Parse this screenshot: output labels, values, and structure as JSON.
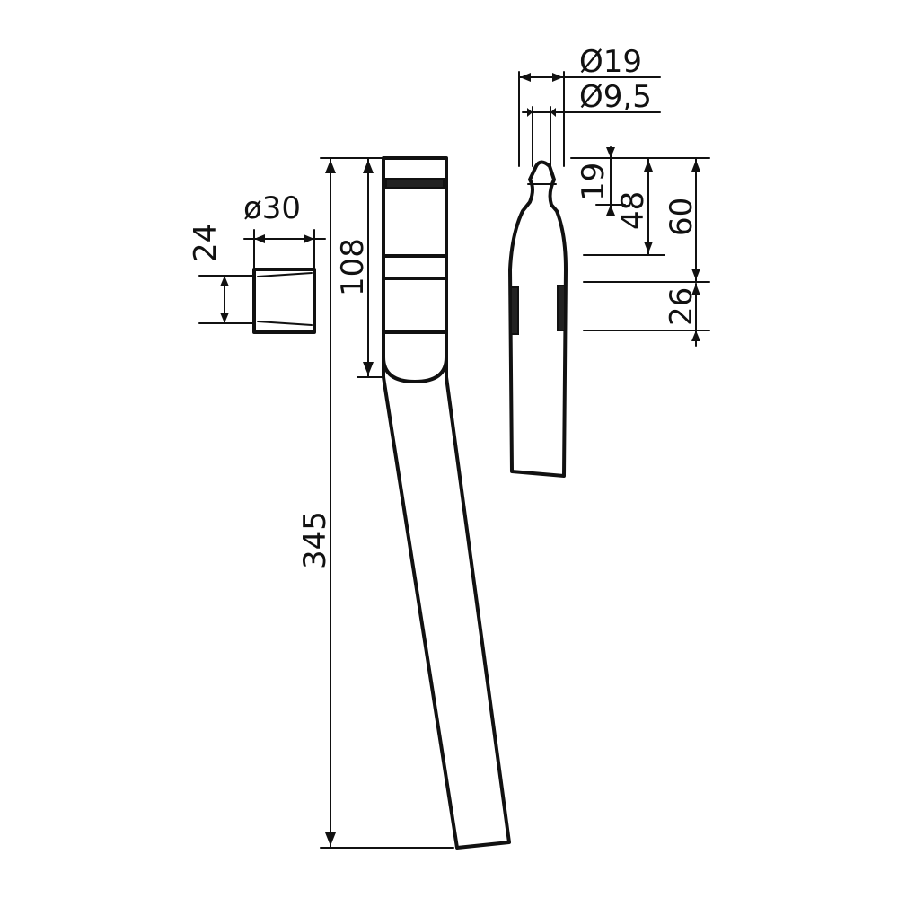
{
  "dimensions": {
    "total_length": "345",
    "grip_length": "108",
    "cap_diameter": "ø30",
    "cap_height": "24",
    "outer_diameter": "Ø19",
    "inner_diameter": "Ø9,5",
    "tip_length": "19",
    "slot_offset": "48",
    "side_length": "60",
    "slot_length": "26"
  }
}
